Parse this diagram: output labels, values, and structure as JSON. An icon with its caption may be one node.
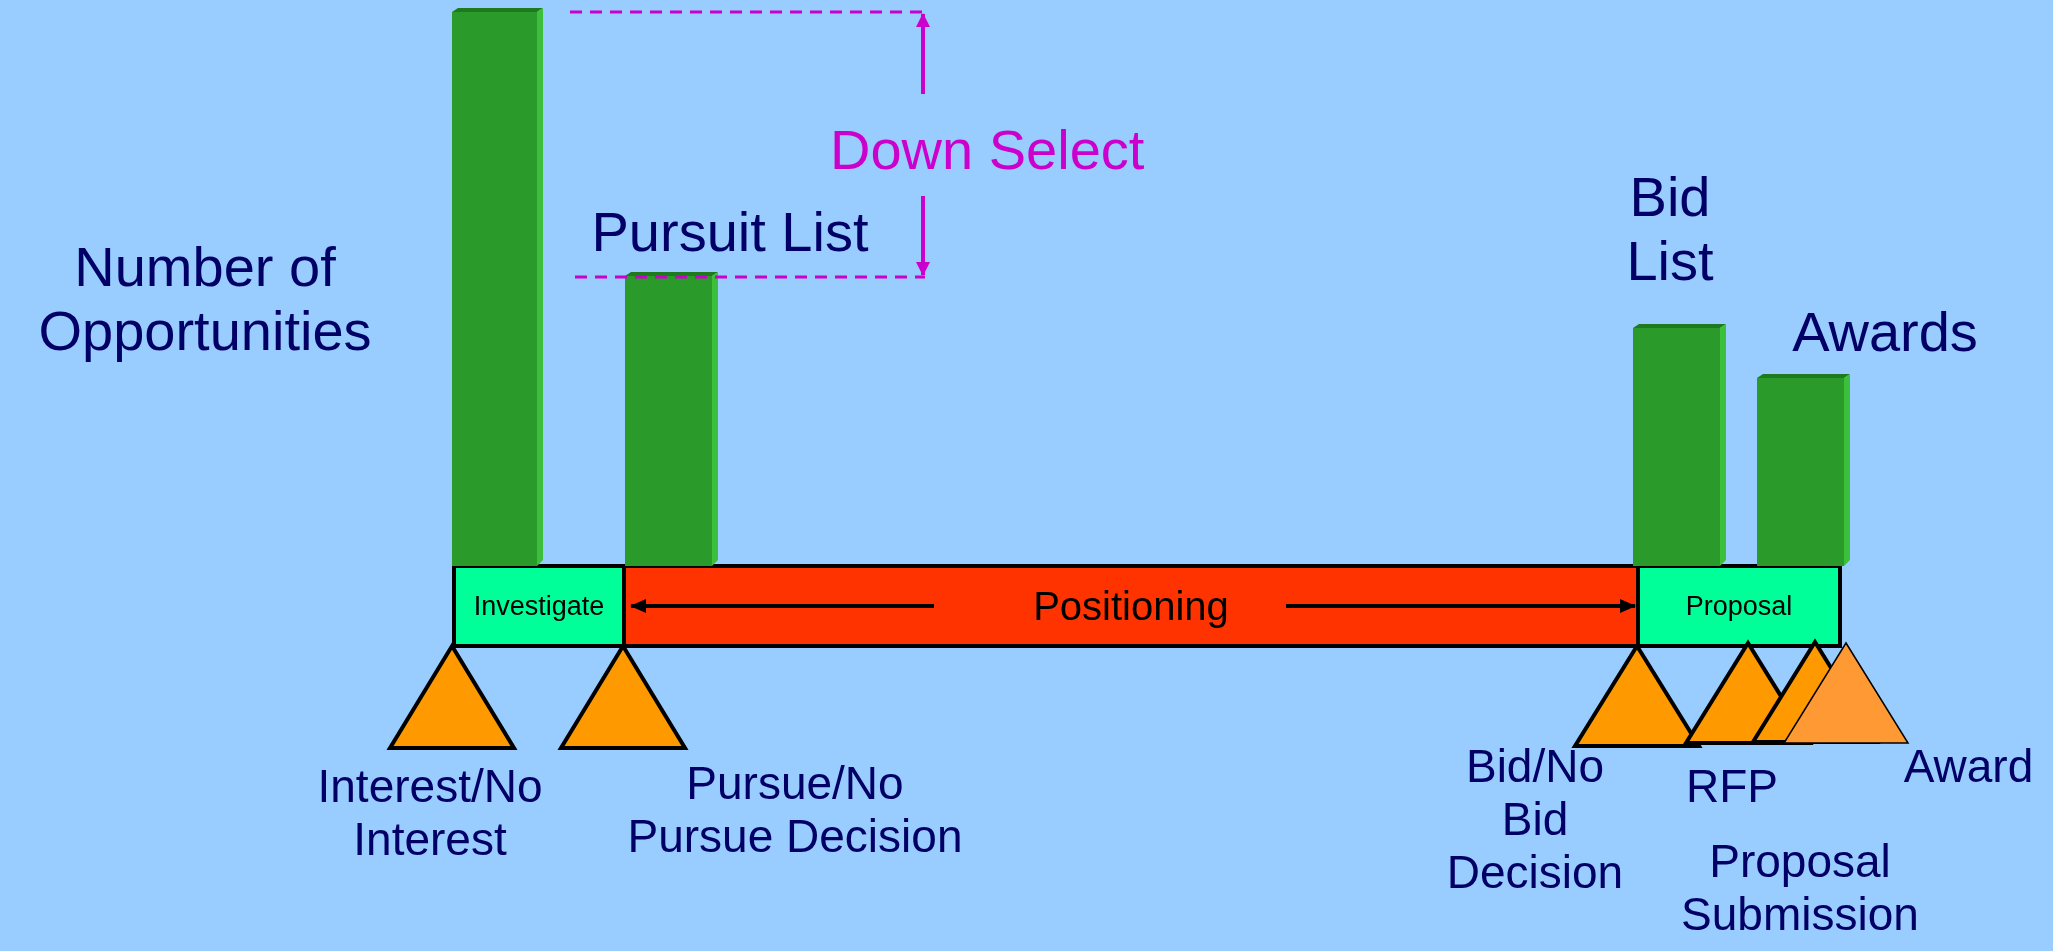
{
  "diagram": {
    "nodes": [
      {
        "text": [],
        "shape": "bar",
        "beside": [
          "Number of Opportunities"
        ]
      },
      {
        "text": [],
        "shape": "bar",
        "beside": [
          "Pursuit List"
        ]
      },
      {
        "text": [],
        "shape": "bar",
        "beside": [
          "Bid List"
        ]
      },
      {
        "text": [],
        "shape": "bar",
        "beside": [
          "Awards"
        ]
      },
      {
        "text": [
          "Investigate"
        ]
      },
      {
        "text": [
          "Positioning"
        ]
      },
      {
        "text": [
          "Proposal"
        ]
      },
      {
        "text": [],
        "shape": "triangle",
        "beside": [
          "Interest/No Interest"
        ]
      },
      {
        "text": [],
        "shape": "triangle",
        "beside": [
          "Pursue/No Pursue Decision"
        ]
      },
      {
        "text": [],
        "shape": "triangle",
        "beside": [
          "Bid/No Bid Decision"
        ]
      },
      {
        "text": [],
        "shape": "triangle",
        "beside": [
          "RFP"
        ]
      },
      {
        "text": [],
        "shape": "triangle",
        "beside": [
          "Proposal Submission"
        ]
      },
      {
        "text": [],
        "shape": "triangle",
        "beside": [
          "Award"
        ]
      }
    ],
    "edges": [
      {
        "from": 5,
        "to": 4,
        "arrow": "to"
      },
      {
        "from": 5,
        "to": 6,
        "arrow": "to"
      }
    ],
    "labels": [
      "Down Select"
    ]
  }
}
